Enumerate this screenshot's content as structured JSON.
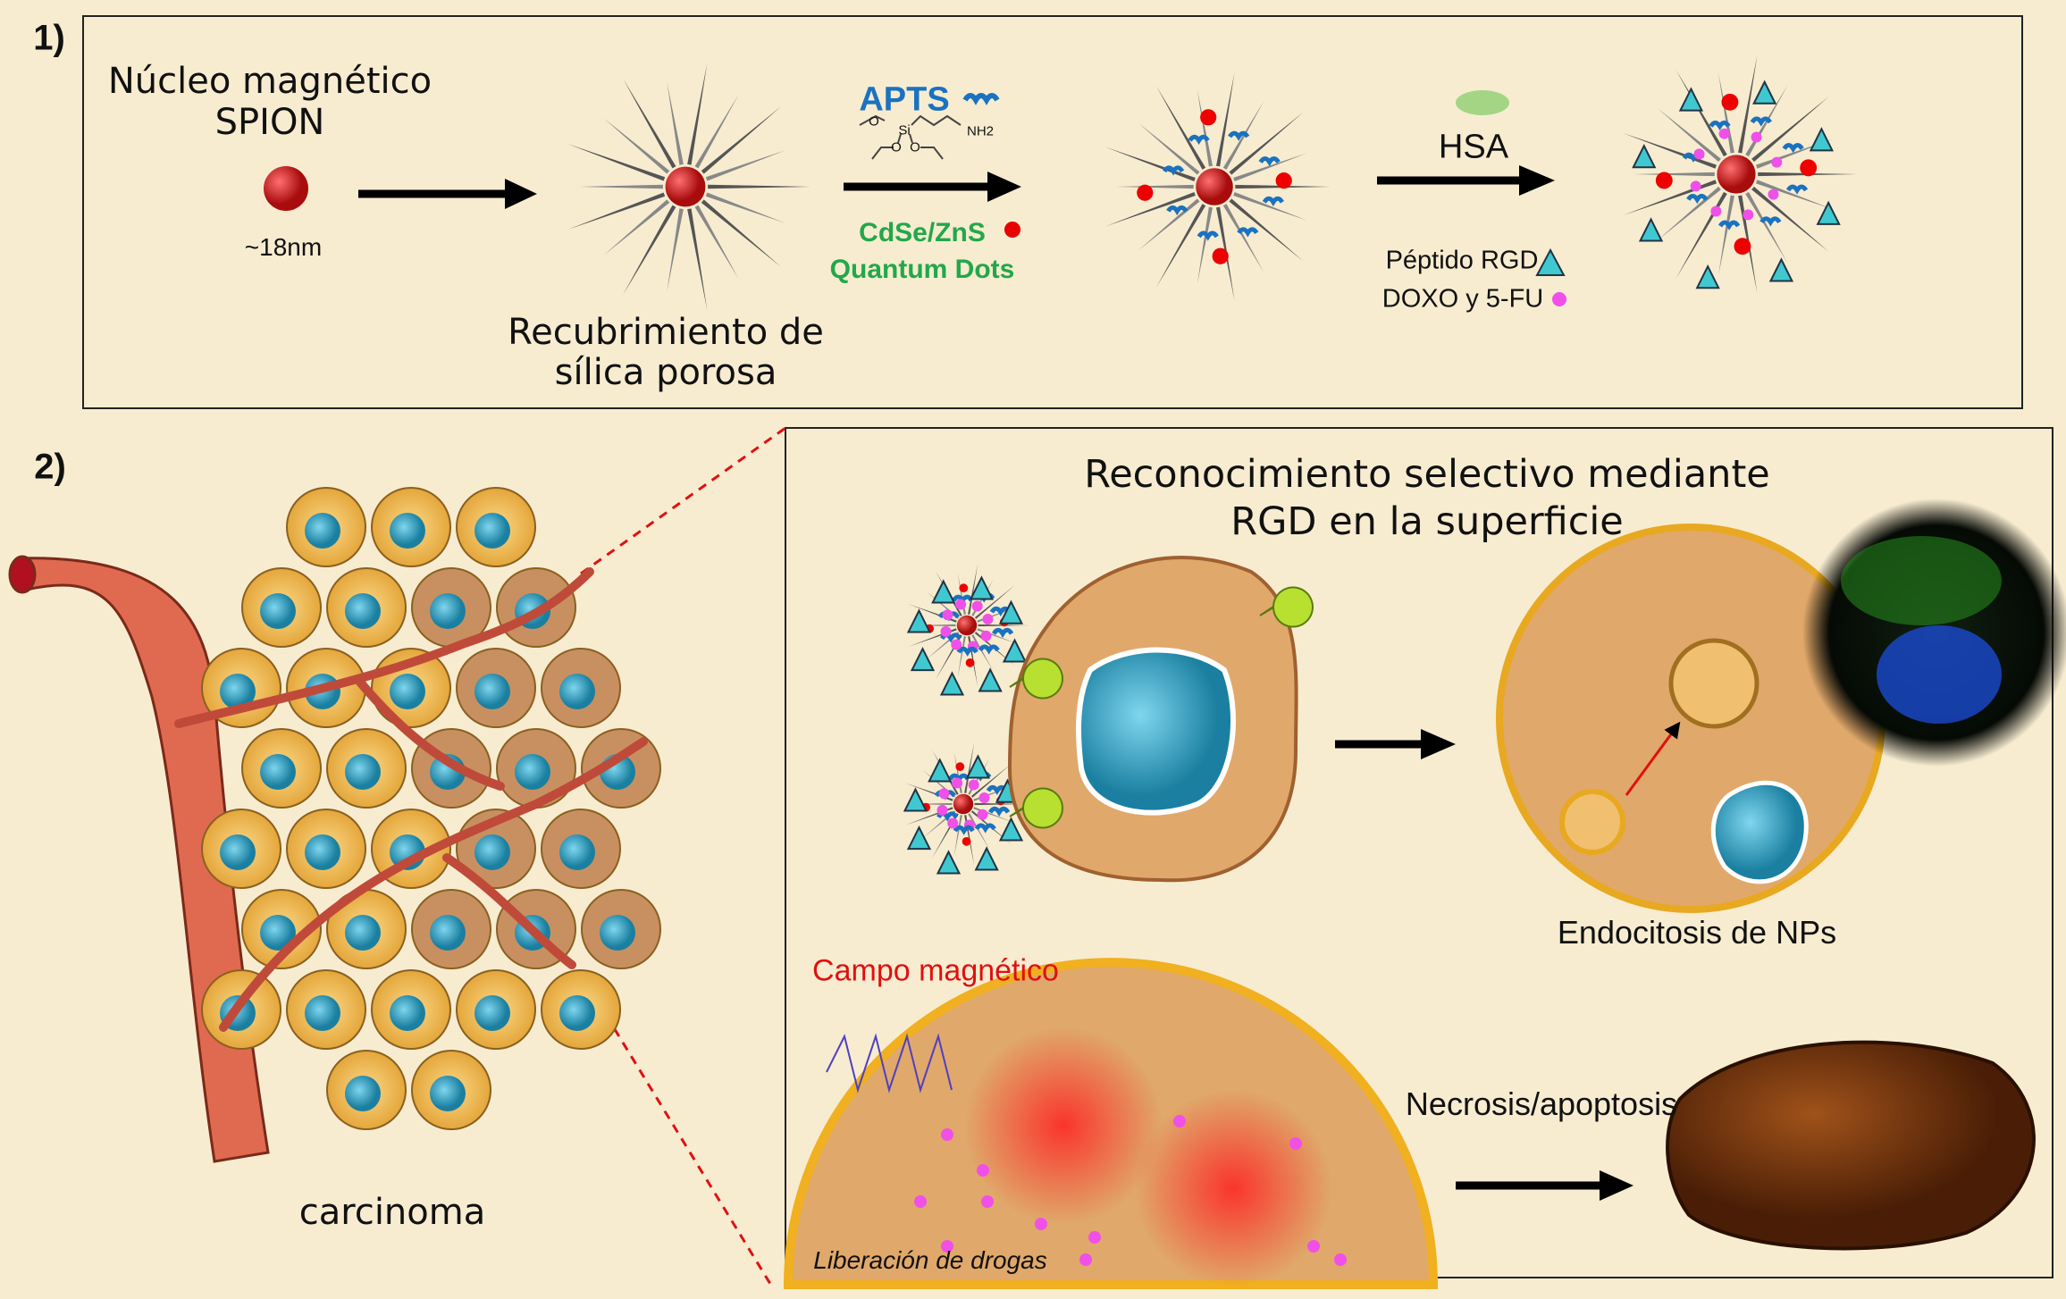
{
  "panel1": {
    "number": "1)",
    "core_label_line1": "Núcleo magnético",
    "core_label_line2": "SPION",
    "core_size": "~18nm",
    "coating_line1": "Recubrimiento de",
    "coating_line2": "sílica porosa",
    "apts_label": "APTS",
    "apts_formula_atoms": [
      "O",
      "Si",
      "O",
      "O",
      "NH2"
    ],
    "quantum_dots_line1": "CdSe/ZnS",
    "quantum_dots_line2": "Quantum Dots",
    "hsa_label": "HSA",
    "rgd_label": "Péptido RGD",
    "drug_label": "DOXO y 5-FU"
  },
  "panel2": {
    "number": "2)",
    "title_line1": "Reconocimiento selectivo mediante",
    "title_line2": "RGD en la superficie",
    "tumor_label": "carcinoma",
    "endocytosis_label": "Endocitosis de NPs",
    "magnetic_field_label": "Campo magnético",
    "drug_release_label": "Liberación de drogas",
    "death_label": "Necrosis/apoptosis"
  },
  "colors": {
    "background": "#f7ecd0",
    "spion": "#d42020",
    "apts": "#1a72c0",
    "quantum_dots_text": "#22a84a",
    "rgd": "#40c8d0",
    "drug": "#f050e8",
    "cell": "#e0a86a",
    "nucleus": "#2a9ab8",
    "vessel": "#e06a50",
    "magnetic_text": "#e01010"
  }
}
